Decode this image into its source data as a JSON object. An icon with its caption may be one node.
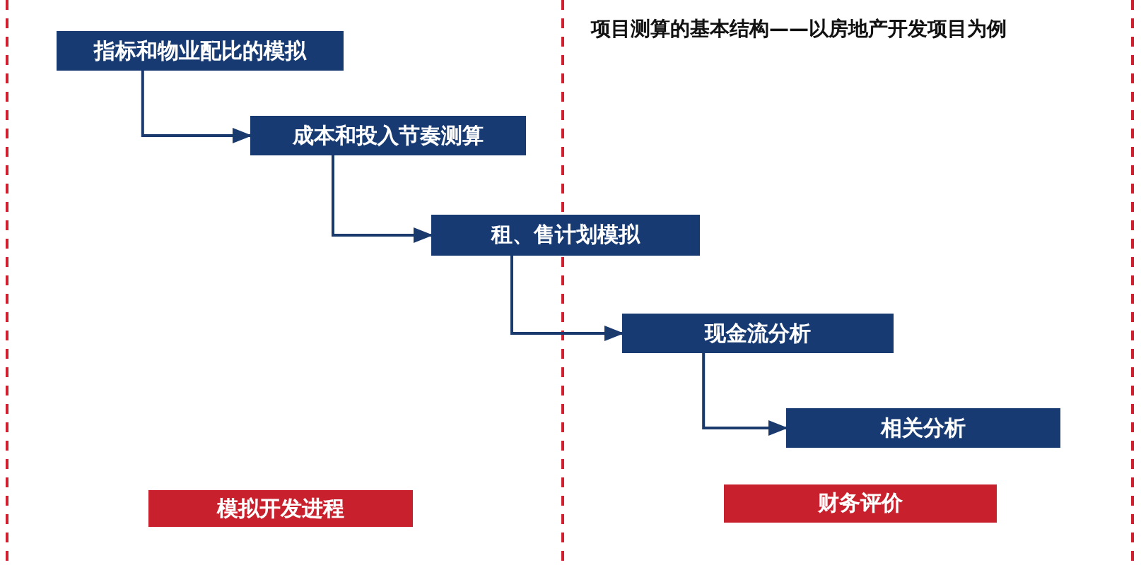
{
  "diagram": {
    "title": "项目测算的基本结构——以房地产开发项目为例",
    "nodes": [
      {
        "text": [
          "指标和物业配比的模拟"
        ]
      },
      {
        "text": [
          "成本和投入节奏测算"
        ]
      },
      {
        "text": [
          "租、售计划模拟"
        ]
      },
      {
        "text": [
          "现金流分析"
        ]
      },
      {
        "text": [
          "相关分析"
        ]
      },
      {
        "text": [
          "模拟开发进程"
        ]
      },
      {
        "text": [
          "财务评价"
        ]
      }
    ],
    "edges": [
      {
        "from": 0,
        "to": 1,
        "arrow": "to"
      },
      {
        "from": 1,
        "to": 2,
        "arrow": "to"
      },
      {
        "from": 2,
        "to": 3,
        "arrow": "to"
      },
      {
        "from": 3,
        "to": 4,
        "arrow": "to"
      }
    ]
  }
}
